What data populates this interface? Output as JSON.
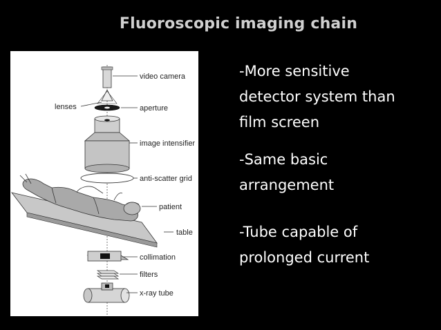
{
  "slide": {
    "title": "Fluoroscopic imaging chain"
  },
  "figure": {
    "labels": {
      "video_camera": "video camera",
      "lenses": "lenses",
      "aperture": "aperture",
      "image_intensifier": "image intensifier",
      "anti_scatter_grid": "anti-scatter grid",
      "patient": "patient",
      "table": "table",
      "collimation": "collimation",
      "filters": "filters",
      "xray_tube": "x-ray tube"
    }
  },
  "bullets": [
    {
      "lines": [
        "-More sensitive",
        "detector system than",
        "film screen"
      ]
    },
    {
      "lines": [
        "-Same basic",
        "arrangement"
      ]
    },
    {
      "lines": [
        "-Tube capable of",
        "prolonged current"
      ]
    }
  ]
}
